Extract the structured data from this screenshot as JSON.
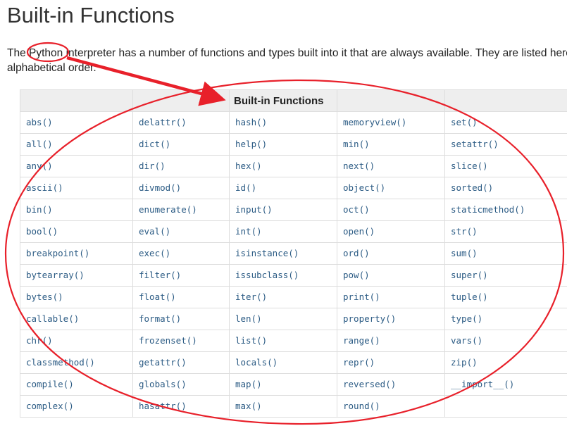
{
  "page": {
    "title": "Built-in Functions",
    "intro": "The Python interpreter has a number of functions and types built into it that are always available. They are listed here in alphabetical order."
  },
  "table": {
    "header": [
      "",
      "",
      "Built-in Functions",
      "",
      ""
    ],
    "rows": [
      [
        "abs()",
        "delattr()",
        "hash()",
        "memoryview()",
        "set()"
      ],
      [
        "all()",
        "dict()",
        "help()",
        "min()",
        "setattr()"
      ],
      [
        "any()",
        "dir()",
        "hex()",
        "next()",
        "slice()"
      ],
      [
        "ascii()",
        "divmod()",
        "id()",
        "object()",
        "sorted()"
      ],
      [
        "bin()",
        "enumerate()",
        "input()",
        "oct()",
        "staticmethod()"
      ],
      [
        "bool()",
        "eval()",
        "int()",
        "open()",
        "str()"
      ],
      [
        "breakpoint()",
        "exec()",
        "isinstance()",
        "ord()",
        "sum()"
      ],
      [
        "bytearray()",
        "filter()",
        "issubclass()",
        "pow()",
        "super()"
      ],
      [
        "bytes()",
        "float()",
        "iter()",
        "print()",
        "tuple()"
      ],
      [
        "callable()",
        "format()",
        "len()",
        "property()",
        "type()"
      ],
      [
        "chr()",
        "frozenset()",
        "list()",
        "range()",
        "vars()"
      ],
      [
        "classmethod()",
        "getattr()",
        "locals()",
        "repr()",
        "zip()"
      ],
      [
        "compile()",
        "globals()",
        "map()",
        "reversed()",
        "__import__()"
      ],
      [
        "complex()",
        "hasattr()",
        "max()",
        "round()",
        ""
      ]
    ]
  },
  "colors": {
    "link": "#2b5b84",
    "header_bg": "#eeeeee",
    "border": "#dddddd",
    "annotation": "#e8202a"
  }
}
